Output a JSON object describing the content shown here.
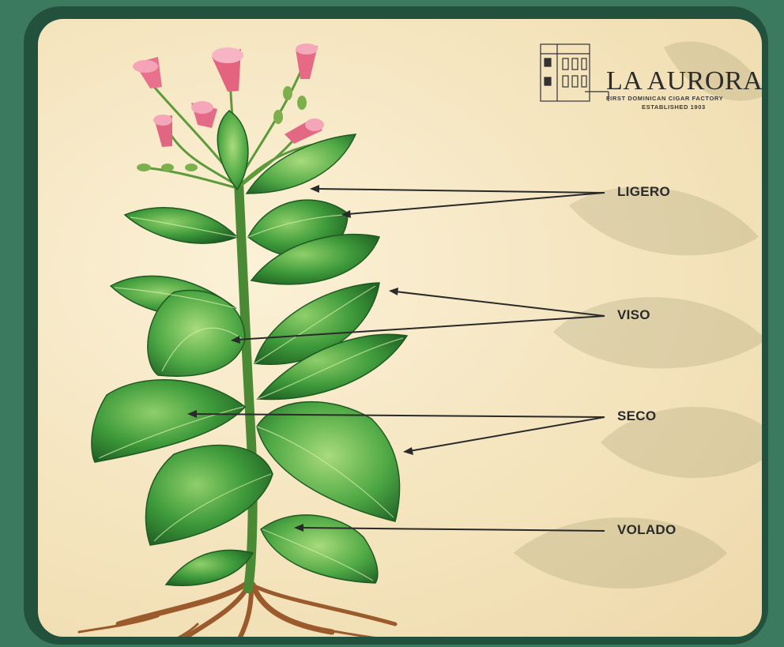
{
  "brand": {
    "name": "LA AURORA",
    "tagline": "FIRST DOMINICAN CIGAR FACTORY",
    "established": "ESTABLISHED 1903"
  },
  "labels": {
    "ligero": "LIGERO",
    "viso": "VISO",
    "seco": "SECO",
    "volado": "VOLADO"
  },
  "colors": {
    "background": "#3b7a5e",
    "frame": "#22523e",
    "paper": "#f4e4bd",
    "leaf": "#3f9a3a",
    "flower": "#e0607e",
    "roots": "#9a5a2c"
  }
}
